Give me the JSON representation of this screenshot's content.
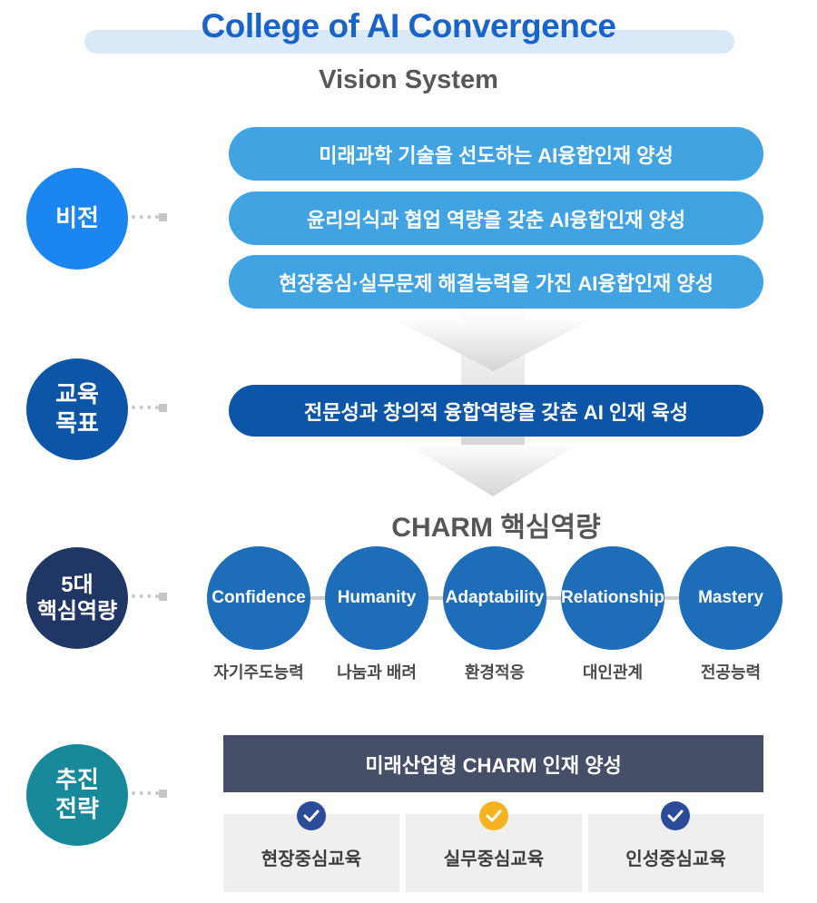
{
  "header": {
    "title": "College of AI Convergence",
    "subtitle": "Vision System"
  },
  "vision": {
    "label": "비전",
    "statements": [
      "미래과학 기술을 선도하는 AI융합인재 양성",
      "윤리의식과 협업 역량을 갖춘 AI융합인재 양성",
      "현장중심·실무문제 해결능력을 가진 AI융합인재 양성"
    ]
  },
  "goal": {
    "label_line1": "교육",
    "label_line2": "목표",
    "statement": "전문성과 창의적 융합역량을 갖춘 AI 인재 육성"
  },
  "core": {
    "label_line1": "5대",
    "label_line2": "핵심역량",
    "title": "CHARM 핵심역량",
    "competencies": [
      {
        "name": "Confidence",
        "korean": "자기주도능력"
      },
      {
        "name": "Humanity",
        "korean": "나눔과 배려"
      },
      {
        "name": "Adaptability",
        "korean": "환경적응"
      },
      {
        "name": "Relationship",
        "korean": "대인관계"
      },
      {
        "name": "Mastery",
        "korean": "전공능력"
      }
    ]
  },
  "strategy": {
    "label_line1": "추진",
    "label_line2": "전략",
    "headline": "미래산업형 CHARM 인재 양성",
    "items": [
      {
        "label": "현장중심교육",
        "badge_color": "#2b4c9b"
      },
      {
        "label": "실무중심교육",
        "badge_color": "#f5b41f"
      },
      {
        "label": "인성중심교육",
        "badge_color": "#2b4c9b"
      }
    ]
  },
  "colors": {
    "title_blue": "#1a63c8",
    "title_pill_bg": "#d9e9f7",
    "vision_circle": "#1b86f0",
    "vision_pill": "#41a3e2",
    "goal_blue": "#0d55a6",
    "core_navy": "#203765",
    "competency_blue": "#1d6db8",
    "strategy_teal": "#17899b",
    "strategy_slate": "#454f68",
    "box_gray": "#efefef"
  }
}
